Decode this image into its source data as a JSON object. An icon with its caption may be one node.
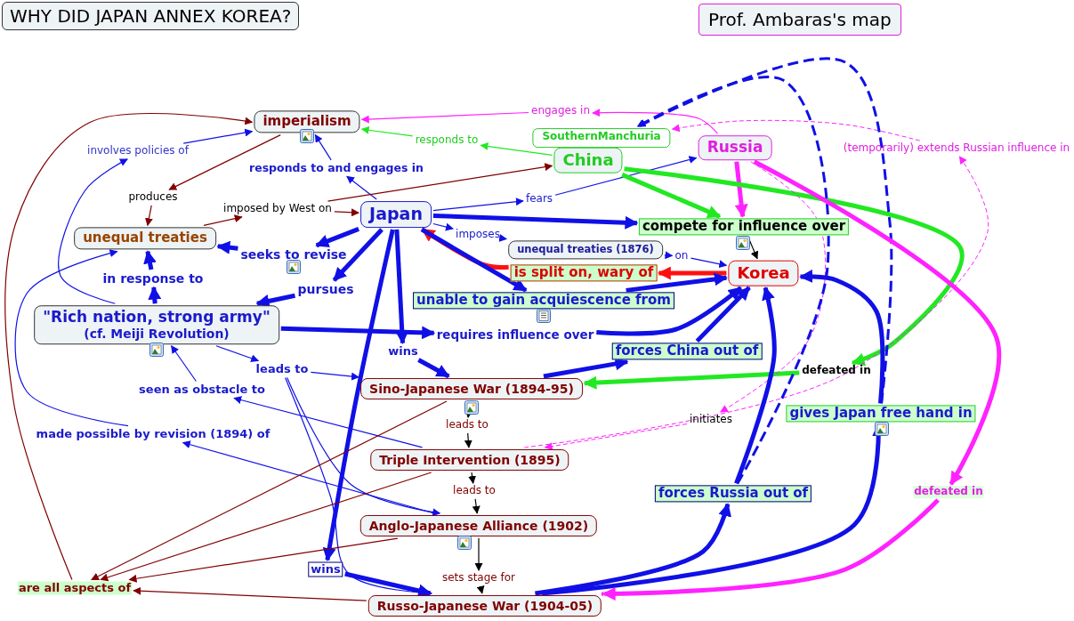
{
  "diagram": {
    "title": "WHY DID JAPAN ANNEX KOREA?",
    "nodes": [
      {
        "text": [
          "imperialism"
        ]
      },
      {
        "text": [
          "Japan"
        ]
      },
      {
        "text": [
          "China"
        ]
      },
      {
        "text": [
          "SouthernManchuria"
        ]
      },
      {
        "text": [
          "Russia"
        ]
      },
      {
        "text": [
          "unequal treaties"
        ]
      },
      {
        "text": [
          "\"Rich nation, strong army\"",
          "(cf. Meiji Revolution)"
        ]
      },
      {
        "text": [
          "Korea"
        ]
      },
      {
        "text": [
          "unequal treaties (1876)"
        ]
      },
      {
        "text": [
          "Sino-Japanese War (1894-95)"
        ]
      },
      {
        "text": [
          "Triple Intervention (1895)"
        ]
      },
      {
        "text": [
          "Anglo-Japanese Alliance (1902)"
        ]
      },
      {
        "text": [
          "Russo-Japanese War (1904-05)"
        ]
      },
      {
        "text": [
          "engages in"
        ]
      },
      {
        "text": [
          "responds to"
        ]
      },
      {
        "text": [
          "responds to and engages in"
        ]
      },
      {
        "text": [
          "involves policies of"
        ]
      },
      {
        "text": [
          "produces"
        ]
      },
      {
        "text": [
          "imposed by West on"
        ]
      },
      {
        "text": [
          "fears"
        ]
      },
      {
        "text": [
          "compete for influence over"
        ]
      },
      {
        "text": [
          "imposes"
        ]
      },
      {
        "text": [
          "on"
        ]
      },
      {
        "text": [
          "is split on, wary of"
        ]
      },
      {
        "text": [
          "seeks to revise"
        ]
      },
      {
        "text": [
          "pursues"
        ]
      },
      {
        "text": [
          "unable to gain acquiescence from"
        ]
      },
      {
        "text": [
          "in response to"
        ]
      },
      {
        "text": [
          "requires influence over"
        ]
      },
      {
        "text": [
          "wins"
        ]
      },
      {
        "text": [
          "forces China out of"
        ]
      },
      {
        "text": [
          "leads to"
        ]
      },
      {
        "text": [
          "seen as obstacle to"
        ]
      },
      {
        "text": [
          "made possible by revision (1894) of"
        ]
      },
      {
        "text": [
          "defeated in"
        ]
      },
      {
        "text": [
          "initiates"
        ]
      },
      {
        "text": [
          "gives Japan free hand in"
        ]
      },
      {
        "text": [
          "(temporarily) extends Russian influence in"
        ]
      },
      {
        "text": [
          "forces Russia out of"
        ]
      },
      {
        "text": [
          "defeated in"
        ]
      },
      {
        "text": [
          "wins"
        ]
      },
      {
        "text": [
          "leads to"
        ]
      },
      {
        "text": [
          "leads to"
        ]
      },
      {
        "text": [
          "sets stage for"
        ]
      },
      {
        "text": [
          "are all aspects of"
        ]
      }
    ],
    "edges": [
      {
        "from": 4,
        "to": 13,
        "arrow": "to",
        "color": "#ff22ff"
      },
      {
        "from": 13,
        "to": 0,
        "arrow": "to",
        "color": "#ff22ff"
      },
      {
        "from": 2,
        "to": 14,
        "arrow": "to",
        "color": "#22e822"
      },
      {
        "from": 14,
        "to": 0,
        "arrow": "to",
        "color": "#22e822"
      },
      {
        "from": 1,
        "to": 15,
        "arrow": "to"
      },
      {
        "from": 15,
        "to": 0,
        "arrow": "to"
      },
      {
        "from": 6,
        "to": 16,
        "arrow": "to"
      },
      {
        "from": 16,
        "to": 0,
        "arrow": "to"
      },
      {
        "from": 0,
        "to": 17,
        "arrow": "to",
        "color": "#800000"
      },
      {
        "from": 17,
        "to": 5,
        "arrow": "to",
        "color": "#800000"
      },
      {
        "from": 5,
        "to": 18,
        "arrow": "to",
        "color": "#800000"
      },
      {
        "from": 18,
        "to": 1,
        "arrow": "to",
        "color": "#800000"
      },
      {
        "from": 18,
        "to": 2,
        "arrow": "to",
        "color": "#800000"
      },
      {
        "from": 1,
        "to": 19,
        "arrow": "to"
      },
      {
        "from": 19,
        "to": 4,
        "arrow": "to"
      },
      {
        "from": 1,
        "to": 20,
        "arrow": "to",
        "style": "thick"
      },
      {
        "from": 2,
        "to": 20,
        "arrow": "to",
        "style": "thick",
        "color": "#22e822"
      },
      {
        "from": 4,
        "to": 20,
        "arrow": "to",
        "style": "thick",
        "color": "#ff22ff"
      },
      {
        "from": 20,
        "to": 7,
        "arrow": "to",
        "color": "#000000"
      },
      {
        "from": 1,
        "to": 21,
        "arrow": "to"
      },
      {
        "from": 21,
        "to": 8,
        "arrow": "to"
      },
      {
        "from": 8,
        "to": 22,
        "arrow": "to"
      },
      {
        "from": 22,
        "to": 7,
        "arrow": "to"
      },
      {
        "from": 7,
        "to": 23,
        "arrow": "to",
        "style": "thick",
        "color": "#ff1010"
      },
      {
        "from": 23,
        "to": 1,
        "arrow": "to",
        "style": "thick",
        "color": "#ff1010"
      },
      {
        "from": 1,
        "to": 24,
        "arrow": "to",
        "style": "thick"
      },
      {
        "from": 24,
        "to": 5,
        "arrow": "to",
        "style": "thick"
      },
      {
        "from": 1,
        "to": 25,
        "arrow": "to",
        "style": "thick"
      },
      {
        "from": 25,
        "to": 6,
        "arrow": "to",
        "style": "thick"
      },
      {
        "from": 1,
        "to": 26,
        "arrow": "to",
        "style": "thick"
      },
      {
        "from": 26,
        "to": 7,
        "arrow": "to",
        "style": "thick"
      },
      {
        "from": 6,
        "to": 27,
        "arrow": "to",
        "style": "thick"
      },
      {
        "from": 27,
        "to": 5,
        "arrow": "to",
        "style": "thick"
      },
      {
        "from": 6,
        "to": 28,
        "arrow": "to",
        "style": "thick"
      },
      {
        "from": 28,
        "to": 7,
        "arrow": "to",
        "style": "thick"
      },
      {
        "from": 1,
        "to": 29,
        "arrow": "to",
        "style": "thick"
      },
      {
        "from": 29,
        "to": 9,
        "arrow": "to",
        "style": "thick"
      },
      {
        "from": 9,
        "to": 30,
        "arrow": "to",
        "style": "thick"
      },
      {
        "from": 30,
        "to": 7,
        "arrow": "to",
        "style": "thick"
      },
      {
        "from": 6,
        "to": 31,
        "arrow": "to"
      },
      {
        "from": 31,
        "to": 9,
        "arrow": "to"
      },
      {
        "from": 31,
        "to": 11,
        "arrow": "to"
      },
      {
        "from": 31,
        "to": 12,
        "arrow": "to"
      },
      {
        "from": 10,
        "to": 32,
        "arrow": "to"
      },
      {
        "from": 32,
        "to": 6,
        "arrow": "to"
      },
      {
        "from": 11,
        "to": 33,
        "arrow": "to"
      },
      {
        "from": 33,
        "to": 5,
        "arrow": "to"
      },
      {
        "from": 2,
        "to": 34,
        "arrow": "to",
        "style": "thick",
        "color": "#22e822"
      },
      {
        "from": 34,
        "to": 9,
        "arrow": "to",
        "style": "thick",
        "color": "#22e822"
      },
      {
        "from": 4,
        "to": 35,
        "arrow": "to",
        "style": "dashed",
        "color": "#ff22ff"
      },
      {
        "from": 35,
        "to": 10,
        "arrow": "to",
        "style": "dashed",
        "color": "#ff22ff"
      },
      {
        "from": 10,
        "to": 37,
        "arrow": "to",
        "style": "dashed",
        "color": "#ff22ff"
      },
      {
        "from": 37,
        "to": 3,
        "arrow": "to",
        "style": "dashed",
        "color": "#ff22ff"
      },
      {
        "from": 12,
        "to": 36,
        "arrow": "to",
        "style": "thick"
      },
      {
        "from": 36,
        "to": 7,
        "arrow": "to",
        "style": "thick"
      },
      {
        "from": 36,
        "to": 3,
        "arrow": "to",
        "style": "dashed"
      },
      {
        "from": 38,
        "to": 3,
        "arrow": "to",
        "style": "dashed"
      },
      {
        "from": 12,
        "to": 38,
        "arrow": "to",
        "style": "thick"
      },
      {
        "from": 38,
        "to": 7,
        "arrow": "to",
        "style": "thick"
      },
      {
        "from": 4,
        "to": 39,
        "arrow": "to",
        "style": "thick",
        "color": "#ff22ff"
      },
      {
        "from": 39,
        "to": 12,
        "arrow": "to",
        "style": "thick",
        "color": "#ff22ff"
      },
      {
        "from": 1,
        "to": 40,
        "arrow": "to",
        "style": "thick"
      },
      {
        "from": 40,
        "to": 12,
        "arrow": "to",
        "style": "thick"
      },
      {
        "from": 9,
        "to": 41,
        "arrow": "to",
        "color": "#000000"
      },
      {
        "from": 41,
        "to": 10,
        "arrow": "to",
        "color": "#000000"
      },
      {
        "from": 10,
        "to": 42,
        "arrow": "to",
        "color": "#000000"
      },
      {
        "from": 42,
        "to": 11,
        "arrow": "to",
        "color": "#000000"
      },
      {
        "from": 11,
        "to": 43,
        "arrow": "to",
        "color": "#000000"
      },
      {
        "from": 43,
        "to": 12,
        "arrow": "to",
        "color": "#000000"
      },
      {
        "from": 9,
        "to": 44,
        "arrow": "to",
        "color": "#800000"
      },
      {
        "from": 10,
        "to": 44,
        "arrow": "to",
        "color": "#800000"
      },
      {
        "from": 11,
        "to": 44,
        "arrow": "to",
        "color": "#800000"
      },
      {
        "from": 12,
        "to": 44,
        "arrow": "to",
        "color": "#800000"
      },
      {
        "from": 44,
        "to": 0,
        "arrow": "to",
        "color": "#800000"
      }
    ],
    "labels": [
      "Prof. Ambaras's map"
    ]
  }
}
